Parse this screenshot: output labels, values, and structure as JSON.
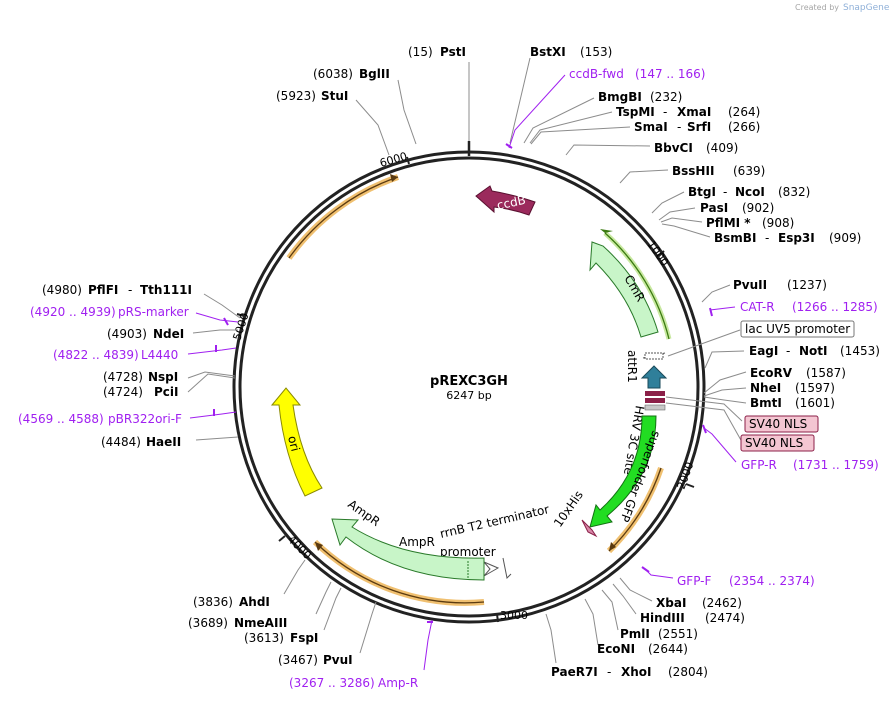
{
  "watermark": {
    "created_by": "Created by",
    "brand": "SnapGene"
  },
  "plasmid": {
    "name": "pREXC3GH",
    "size": "6247 bp"
  },
  "ruler": [
    "1000",
    "2000",
    "3000",
    "4000",
    "5000",
    "6000"
  ],
  "enzymes_right": [
    {
      "name": "BstXI",
      "pos": "(153)"
    },
    {
      "name": "BmgBI",
      "pos": "(232)"
    },
    {
      "name": "TspMI",
      "name2": "XmaI",
      "pos": "(264)"
    },
    {
      "name": "SmaI",
      "name2": "SrfI",
      "pos": "(266)"
    },
    {
      "name": "BbvCI",
      "pos": "(409)"
    },
    {
      "name": "BssHII",
      "pos": "(639)"
    },
    {
      "name": "BtgI",
      "name2": "NcoI",
      "pos": "(832)"
    },
    {
      "name": "PasI",
      "pos": "(902)"
    },
    {
      "name": "PflMI *",
      "pos": "(908)"
    },
    {
      "name": "BsmBI",
      "name2": "Esp3I",
      "pos": "(909)"
    },
    {
      "name": "PvuII",
      "pos": "(1237)"
    },
    {
      "name": "EagI",
      "name2": "NotI",
      "pos": "(1453)"
    },
    {
      "name": "EcoRV",
      "pos": "(1587)"
    },
    {
      "name": "NheI",
      "pos": "(1597)"
    },
    {
      "name": "BmtI",
      "pos": "(1601)"
    },
    {
      "name": "XbaI",
      "pos": "(2462)"
    },
    {
      "name": "HindIII",
      "pos": "(2474)"
    },
    {
      "name": "PmlI",
      "pos": "(2551)"
    },
    {
      "name": "EcoNI",
      "pos": "(2644)"
    },
    {
      "name": "PaeR7I",
      "name2": "XhoI",
      "pos": "(2804)"
    }
  ],
  "enzymes_left": [
    {
      "name": "PstI",
      "pos": "(15)"
    },
    {
      "name": "BglII",
      "pos": "(6038)"
    },
    {
      "name": "StuI",
      "pos": "(5923)"
    },
    {
      "name": "PflFI",
      "name2": "Tth111I",
      "pos": "(4980)"
    },
    {
      "name": "NdeI",
      "pos": "(4903)"
    },
    {
      "name": "NspI",
      "pos": "(4728)"
    },
    {
      "name": "PciI",
      "pos": "(4724)"
    },
    {
      "name": "HaeII",
      "pos": "(4484)"
    },
    {
      "name": "AhdI",
      "pos": "(3836)"
    },
    {
      "name": "NmeAIII",
      "pos": "(3689)"
    },
    {
      "name": "FspI",
      "pos": "(3613)"
    },
    {
      "name": "PvuI",
      "pos": "(3467)"
    }
  ],
  "primers": [
    {
      "name": "ccdB-fwd",
      "range": "(147 .. 166)"
    },
    {
      "name": "CAT-R",
      "range": "(1266 .. 1285)"
    },
    {
      "name": "GFP-R",
      "range": "(1731 .. 1759)"
    },
    {
      "name": "GFP-F",
      "range": "(2354 .. 2374)"
    },
    {
      "name": "Amp-R",
      "range": "(3267 .. 3286)"
    },
    {
      "name": "pRS-marker",
      "range": "(4920 .. 4939)"
    },
    {
      "name": "L4440",
      "range": "(4822 .. 4839)"
    },
    {
      "name": "pBR322ori-F",
      "range": "(4569 .. 4588)"
    }
  ],
  "boxed_features": [
    {
      "name": "lac UV5 promoter",
      "style": "white"
    },
    {
      "name": "SV40 NLS",
      "style": "pink"
    },
    {
      "name": "SV40 NLS",
      "style": "pink"
    }
  ],
  "features": {
    "ccdB": "ccdB",
    "CmR": "CmR",
    "attR1": "attR1",
    "HRV3C": "HRV 3C site",
    "GFP": "superfolder GFP",
    "his": "10xHis",
    "ori": "ori",
    "AmpR": "AmpR",
    "AmpR_promoter_1": "AmpR",
    "AmpR_promoter_2": "promoter",
    "rrnB": "rrnB T2 terminator"
  },
  "colors": {
    "ccdB": "#9b2a5c",
    "CmR": "#c8f5c8",
    "GFP": "#22dd22",
    "ori": "#ffff00",
    "AmpR": "#c8f5c8",
    "attR1": "#2f7f9a",
    "NLS": "#8b2048",
    "primer": "#a020f0",
    "orf": "#f0b860"
  }
}
